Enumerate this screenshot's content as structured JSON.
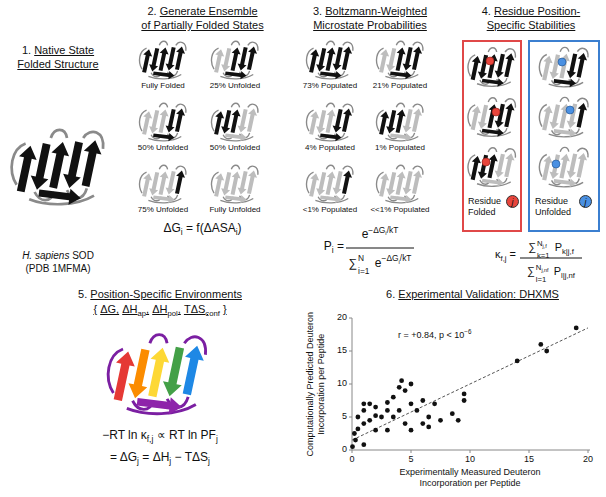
{
  "diagram": {
    "nodes": [
      {
        "text": [
          "Residue Folded"
        ]
      },
      {
        "text": [
          "j"
        ],
        "in": 0
      },
      {
        "text": [
          "Residue Unfolded"
        ]
      },
      {
        "text": [
          "j"
        ],
        "in": 2
      }
    ],
    "labels": [
      "1.",
      "Native State",
      "Folded Structure",
      "H. sapiens",
      "SOD",
      "(PDB 1MFMA)",
      "2.",
      "Generate Ensemble",
      "of Partially Folded States",
      "Fully Folded",
      "25% Unfolded",
      "50% Unfolded",
      "50% Unfolded",
      "75% Unfolded",
      "Fully Unfolded",
      "ΔG",
      "i",
      "= f(ΔASA",
      "i",
      ")",
      "3.",
      "Boltzmann-Weighted",
      "Microstate Probabilities",
      "73% Populated",
      "21% Populated",
      "4% Populated",
      "1% Populated",
      "<1% Populated",
      "<<1% Populated",
      "P",
      "i",
      "=",
      "e",
      "−ΔG",
      "i",
      "/kT",
      "∑",
      "N",
      "i=1",
      "e",
      "−ΔG",
      "i",
      "/kT",
      "4.",
      "Residue Position-",
      "Specific Stabilities",
      "κ",
      "f,j",
      "=",
      "∑",
      "N",
      "j,f",
      "k=1",
      "P",
      "k|j,f",
      "∑",
      "N",
      "j,nf",
      "l=1",
      "P",
      "l|j,nf",
      "5.",
      "Position-Specific Environments",
      "{",
      "ΔG,",
      "ΔH",
      "ap",
      ",",
      "ΔH",
      "pol",
      ",",
      "TΔS",
      "conf",
      "}",
      "−RT ln κ",
      "f,j",
      "∝ RT ln PF",
      "j",
      "= ΔG",
      "j",
      "= ΔH",
      "j",
      "− TΔS",
      "j",
      "6.",
      "Experimental Validation: DHXMS",
      "Computationally Predicted Deuteron Incorporation per Peptide",
      "Experimentally Measured Deuteron Incorporation per Peptide",
      "r = +0.84, p < 10",
      "−6",
      "0",
      "5",
      "10",
      "15",
      "20",
      "0",
      "5",
      "10",
      "15",
      "20"
    ]
  }
}
